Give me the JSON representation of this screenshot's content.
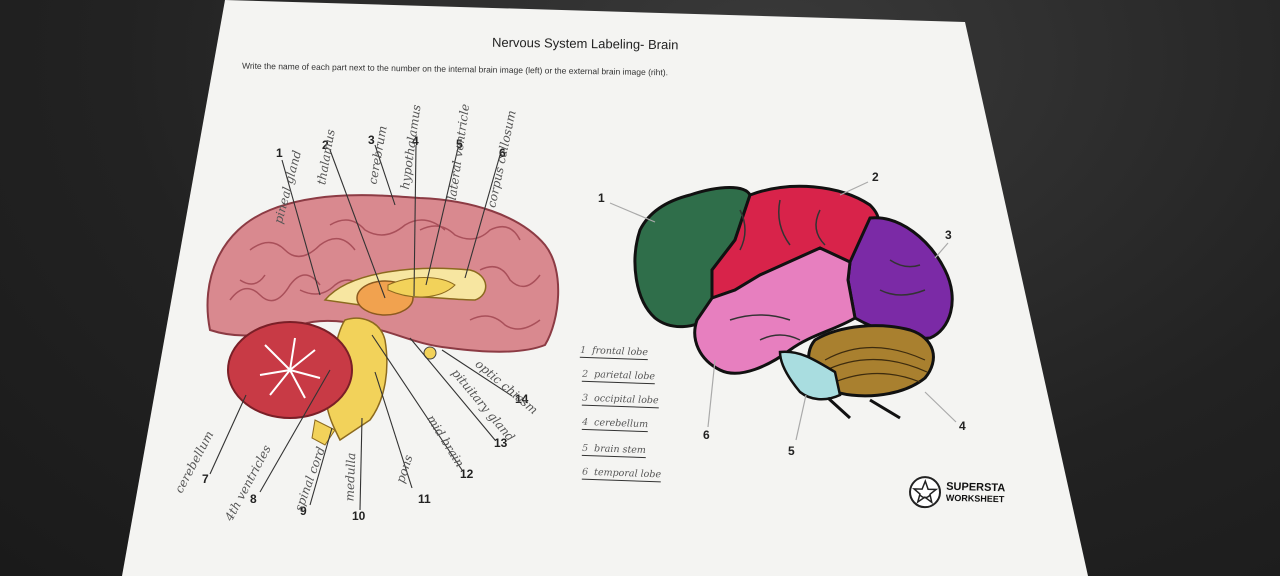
{
  "worksheet": {
    "title": "Nervous System Labeling- Brain",
    "instructions": "Write the name of each part next to the number on the internal brain image (left) or the external brain image (riht)."
  },
  "internal_labels": [
    {
      "num": "1",
      "answer": "pineal gland"
    },
    {
      "num": "2",
      "answer": "thalamus"
    },
    {
      "num": "3",
      "answer": "cerebrum"
    },
    {
      "num": "4",
      "answer": "hypothalamus"
    },
    {
      "num": "5",
      "answer": "lateral ventricle"
    },
    {
      "num": "6",
      "answer": "corpus callosum"
    },
    {
      "num": "7",
      "answer": "cerebellum"
    },
    {
      "num": "8",
      "answer": "4th ventricles"
    },
    {
      "num": "9",
      "answer": "spinal cord"
    },
    {
      "num": "10",
      "answer": "medulla"
    },
    {
      "num": "11",
      "answer": "pons"
    },
    {
      "num": "12",
      "answer": "mid brain"
    },
    {
      "num": "13",
      "answer": "pituitary gland"
    },
    {
      "num": "14",
      "answer": "optic chiasm"
    }
  ],
  "external_numbers": [
    "1",
    "2",
    "3",
    "4",
    "5",
    "6"
  ],
  "external_answers": [
    {
      "num": "1",
      "answer": "frontal lobe"
    },
    {
      "num": "2",
      "answer": "parietal lobe"
    },
    {
      "num": "3",
      "answer": "occipital lobe"
    },
    {
      "num": "4",
      "answer": "cerebellum"
    },
    {
      "num": "5",
      "answer": "brain stem"
    },
    {
      "num": "6",
      "answer": "temporal lobe"
    }
  ],
  "logo": {
    "line1": "SUPERSTA",
    "line2": "WORKSHEET"
  },
  "colors": {
    "frontal": "#2f6e4a",
    "parietal": "#d8234a",
    "occipital": "#7b2aa6",
    "temporal": "#e77fbf",
    "cerebellum": "#a9802f",
    "brainstem": "#a9dde0",
    "internal_brain": "#d9898f",
    "internal_cerebellum": "#c83a45",
    "brainstem_internal": "#f2d25a"
  }
}
